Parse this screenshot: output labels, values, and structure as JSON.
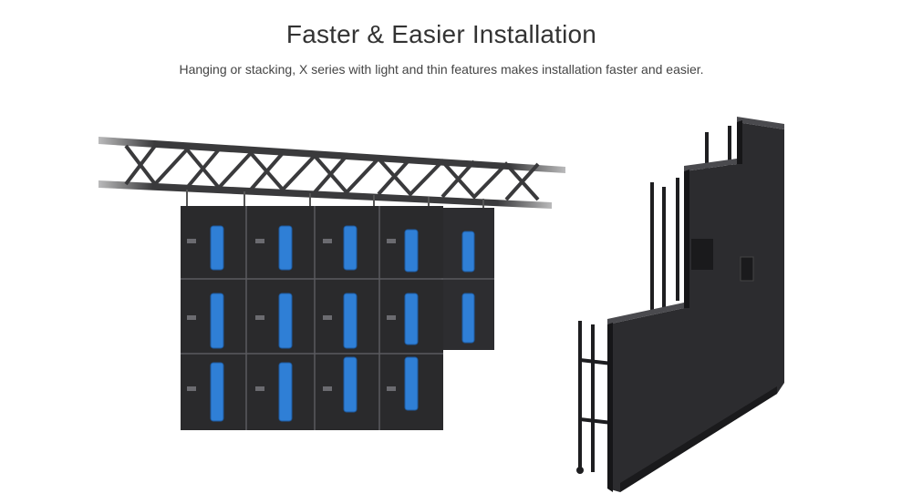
{
  "heading": {
    "title": "Faster & Easier Installation",
    "subtitle": "Hanging or stacking, X series with light and thin features makes installation faster and easier."
  },
  "images": {
    "hanging": {
      "icon": "hanging-led-wall-on-truss-illustration"
    },
    "stacking": {
      "icon": "stacked-led-wall-with-support-frame-illustration"
    }
  },
  "colors": {
    "cabinet": "#2a2a2c",
    "module_blue": "#2f7fd6",
    "truss": "#3a3a3c"
  }
}
